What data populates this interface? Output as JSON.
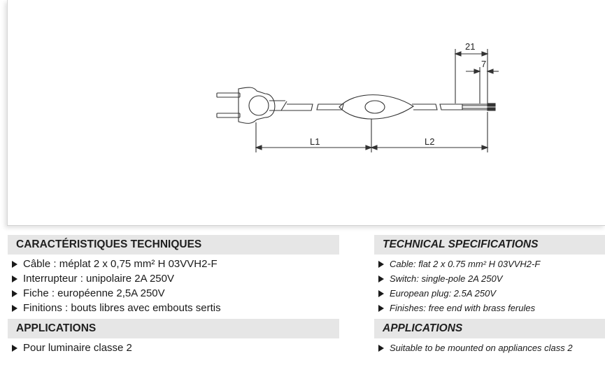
{
  "drawing": {
    "dim_21": "21",
    "dim_7": "7",
    "dim_l1": "L1",
    "dim_l2": "L2"
  },
  "french": {
    "specs_title": "CARACTÉRISTIQUES TECHNIQUES",
    "specs": [
      "Câble : méplat 2 x 0,75 mm² H 03VVH2-F",
      "Interrupteur : unipolaire 2A 250V",
      "Fiche : européenne 2,5A 250V",
      "Finitions : bouts libres avec embouts sertis"
    ],
    "applications_title": "APPLICATIONS",
    "applications": [
      "Pour luminaire classe 2"
    ]
  },
  "english": {
    "specs_title": "TECHNICAL SPECIFICATIONS",
    "specs": [
      "Cable: flat 2 x 0.75 mm² H 03VVH2-F",
      "Switch: single-pole 2A 250V",
      "European plug: 2.5A 250V",
      "Finishes: free end with brass ferules"
    ],
    "applications_title": "APPLICATIONS",
    "applications": [
      "Suitable to be mounted on appliances class 2"
    ]
  }
}
